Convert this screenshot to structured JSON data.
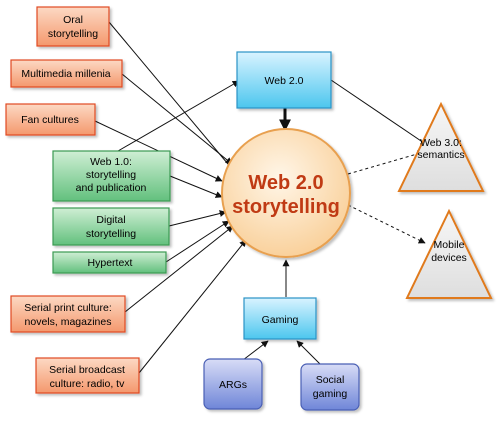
{
  "center": {
    "lines": [
      "Web 2.0",
      "storytelling"
    ]
  },
  "nodes": {
    "oral": {
      "lines": [
        "Oral",
        "storytelling"
      ]
    },
    "multimedia": {
      "lines": [
        "Multimedia millenia"
      ]
    },
    "fan": {
      "lines": [
        "Fan cultures"
      ]
    },
    "web1": {
      "lines": [
        "Web 1.0:",
        "storytelling",
        "and publication"
      ]
    },
    "digital": {
      "lines": [
        "Digital",
        "storytelling"
      ]
    },
    "hypertext": {
      "lines": [
        "Hypertext"
      ]
    },
    "serial_print": {
      "lines": [
        "Serial print culture:",
        "novels, magazines"
      ]
    },
    "serial_broadcast": {
      "lines": [
        "Serial broadcast",
        "culture: radio, tv"
      ]
    },
    "web2": {
      "lines": [
        "Web 2.0"
      ]
    },
    "gaming": {
      "lines": [
        "Gaming"
      ]
    },
    "args": {
      "lines": [
        "ARGs"
      ]
    },
    "social": {
      "lines": [
        "Social",
        "gaming"
      ]
    },
    "web3": {
      "lines": [
        "Web 3.0:",
        "semantics"
      ]
    },
    "mobile": {
      "lines": [
        "Mobile",
        "devices"
      ]
    }
  },
  "colors": {
    "red_fill_top": "#fcd9c4",
    "red_fill_bottom": "#f4986d",
    "red_stroke": "#e04a22",
    "green_fill_top": "#cfeed4",
    "green_fill_bottom": "#62c07d",
    "green_stroke": "#3a9a52",
    "blue_fill_top": "#d9f3ff",
    "blue_fill_bottom": "#4cc6ee",
    "blue_stroke": "#2a93c5",
    "purple_fill_top": "#d8dcf6",
    "purple_fill_bottom": "#6f86d8",
    "purple_stroke": "#4a5fb4",
    "center_fill": "#fde3c0",
    "center_stroke": "#e8a050",
    "center_text": "#c03a14",
    "triangle_fill": "#ebebeb",
    "triangle_stroke": "#e07a1e"
  }
}
